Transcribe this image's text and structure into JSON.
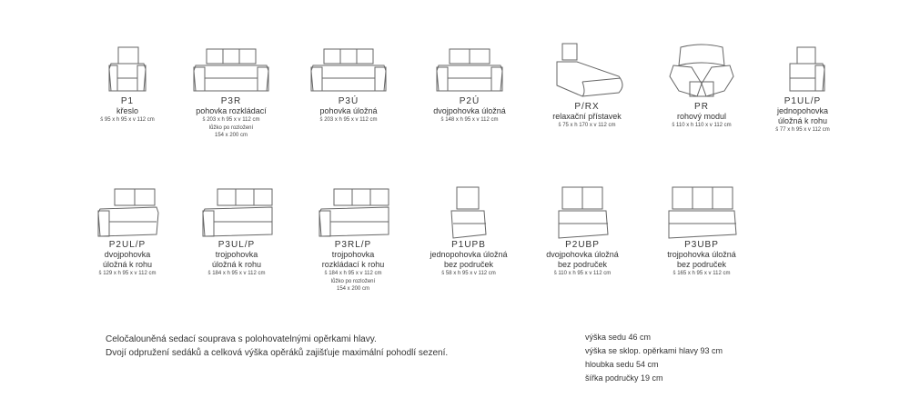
{
  "items": [
    {
      "code": "P1",
      "name_lines": [
        "křeslo"
      ],
      "dims": "š 95 x h 95 x v 112 cm",
      "extra": []
    },
    {
      "code": "P3R",
      "name_lines": [
        "pohovka rozkládací"
      ],
      "dims": "š 203 x h 95 x v 112 cm",
      "extra": [
        "lůžko po rozložení",
        "154 x 200 cm"
      ]
    },
    {
      "code": "P3Ú",
      "name_lines": [
        "pohovka úložná"
      ],
      "dims": "š 203 x h 95 x v 112 cm",
      "extra": []
    },
    {
      "code": "P2Ú",
      "name_lines": [
        "dvojpohovka úložná"
      ],
      "dims": "š 148 x h 95 x v 112 cm",
      "extra": []
    },
    {
      "code": "P/RX",
      "name_lines": [
        "relaxační přístavek"
      ],
      "dims": "š 75 x h 170 x v 112 cm",
      "extra": []
    },
    {
      "code": "PR",
      "name_lines": [
        "rohový modul"
      ],
      "dims": "š 110 x h 110 x v 112 cm",
      "extra": []
    },
    {
      "code": "P1UL/P",
      "name_lines": [
        "jednopohovka",
        "úložná k rohu"
      ],
      "dims": "š 77 x h 95 x v 112 cm",
      "extra": []
    },
    {
      "code": "P2UL/P",
      "name_lines": [
        "dvojpohovka",
        "úložná k rohu"
      ],
      "dims": "š 129 x h 95 x v 112 cm",
      "extra": []
    },
    {
      "code": "P3UL/P",
      "name_lines": [
        "trojpohovka",
        "úložná k rohu"
      ],
      "dims": "š 184 x h 95 x v 112 cm",
      "extra": []
    },
    {
      "code": "P3RL/P",
      "name_lines": [
        "trojpohovka",
        "rozkládací k rohu"
      ],
      "dims": "š 184 x h 95 x v 112 cm",
      "extra": [
        "lůžko po rozložení",
        "154 x 200 cm"
      ]
    },
    {
      "code": "P1UPB",
      "name_lines": [
        "jednopohovka úložná",
        "bez područek"
      ],
      "dims": "š 58 x h 95 x v 112 cm",
      "extra": []
    },
    {
      "code": "P2UBP",
      "name_lines": [
        "dvojpohovka úložná",
        "bez područek"
      ],
      "dims": "š 110 x h 95 x v 112 cm",
      "extra": []
    },
    {
      "code": "P3UBP",
      "name_lines": [
        "trojpohovka úložná",
        "bez područek"
      ],
      "dims": "š 165 x h 95 x v 112 cm",
      "extra": []
    }
  ],
  "description": [
    "Celočalouněná sedací souprava s polohovatelnými  opěrkami hlavy.",
    "Dvojí odpružení sedáků a celková výška opěráků zajišťuje maximální pohodlí  sezení."
  ],
  "specs": [
    "výška sedu 46 cm",
    "výška se sklop. opěrkami hlavy 93 cm",
    "hloubka sedu 54 cm",
    "šířka područky 19 cm"
  ],
  "colors": {
    "text": "#333333",
    "line": "#666666",
    "background": "#ffffff"
  }
}
